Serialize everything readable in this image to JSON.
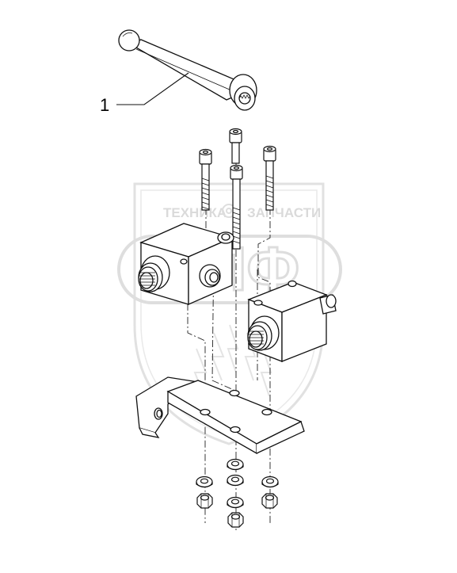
{
  "diagram": {
    "callouts": [
      {
        "label": "1",
        "part": "handle-lever"
      }
    ]
  },
  "watermark": {
    "top_left": "ТЕХНИКА",
    "top_right": "ЗАПЧАСТИ",
    "main": "ЭПФ",
    "color": "#c8c8c8"
  },
  "colors": {
    "line": "#111111",
    "fill": "#ffffff",
    "watermark": "#cfcfcf"
  }
}
